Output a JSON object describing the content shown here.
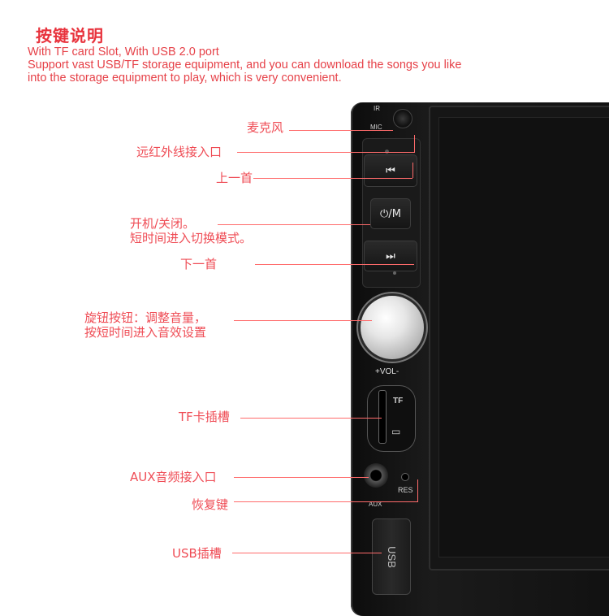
{
  "header": {
    "title": "按键说明",
    "lines": [
      "With TF card Slot, With USB 2.0 port",
      "Support vast USB/TF storage equipment, and you can download the songs you like",
      "into the storage equipment to play, which is very convenient."
    ]
  },
  "callouts": {
    "mic": "麦克风",
    "ir": "远红外线接入口",
    "prev": "上一首",
    "power_line1": "开机/关闭。",
    "power_line2": "短时间进入切换模式。",
    "next": "下一首",
    "knob_line1": "旋钮按钮：调整音量，",
    "knob_line2": "按短时间进入音效设置",
    "tf": "TF卡插槽",
    "aux": "AUX音频接入口",
    "reset": "恢复键",
    "usb": "USB插槽"
  },
  "device": {
    "ir_label": "IR",
    "mic_label": "MIC",
    "prev_symbol": "⏮",
    "power_button_label": "⏻/M",
    "next_symbol": "⏭",
    "vol_label": "+VOL-",
    "tf_label": "TF",
    "res_label": "RES",
    "aux_label": "AUX",
    "usb_label": "USB"
  },
  "colors": {
    "accent": "#e8333d",
    "leader": "#ff6b6b"
  }
}
